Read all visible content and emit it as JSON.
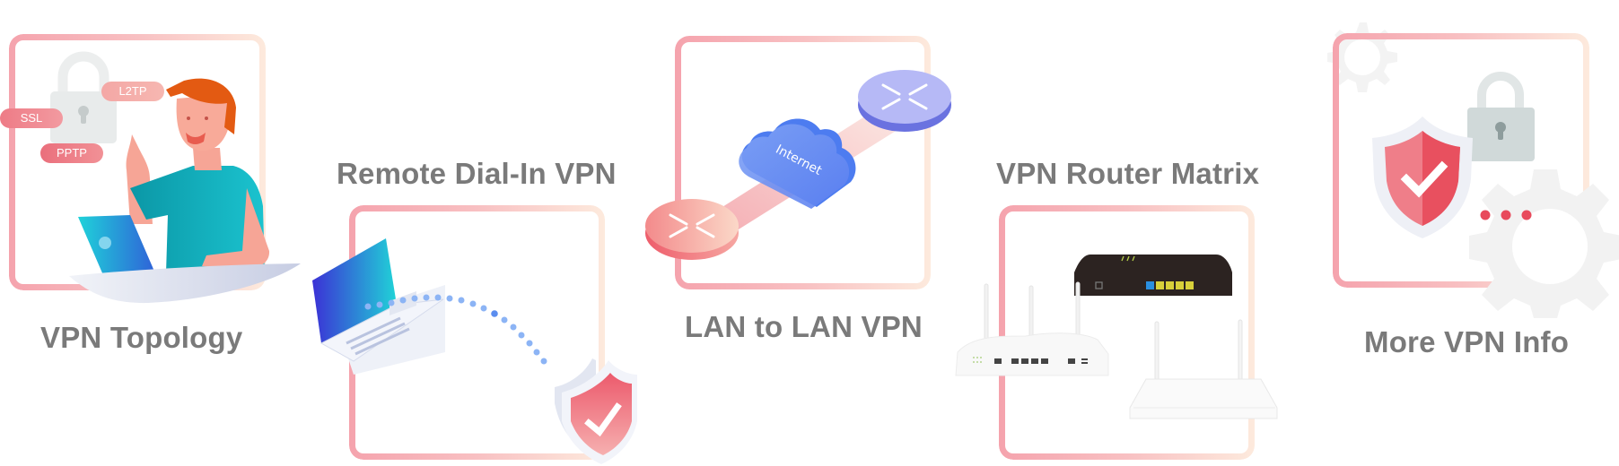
{
  "cards": [
    {
      "id": "vpn-topology",
      "title": "VPN Topology",
      "badges": [
        "SSL",
        "L2TP",
        "PPTP"
      ]
    },
    {
      "id": "remote-dial-in-vpn",
      "title": "Remote Dial-In VPN"
    },
    {
      "id": "lan-to-lan-vpn",
      "title": "LAN to LAN VPN",
      "cloud_label": "Internet"
    },
    {
      "id": "vpn-router-matrix",
      "title": "VPN Router Matrix"
    },
    {
      "id": "more-vpn-info",
      "title": "More VPN Info"
    }
  ],
  "colors": {
    "title": "#7a7a7a",
    "frame_start": "#f5a3ad",
    "frame_end": "#fdeadd",
    "accent_red": "#ea5566",
    "accent_blue": "#5b8def",
    "teal_shirt": "#14b4c4",
    "hair": "#e35a12"
  }
}
